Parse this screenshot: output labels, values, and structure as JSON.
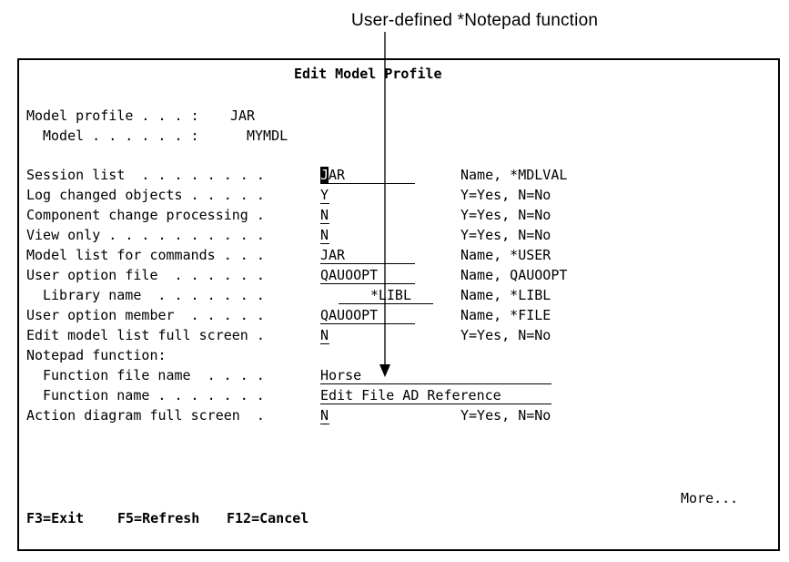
{
  "annotation": {
    "label": "User-defined *Notepad function"
  },
  "screen": {
    "title": "Edit Model Profile",
    "header": [
      {
        "label": "Model profile . . . :",
        "value": "JAR",
        "indent": false
      },
      {
        "label": "Model . . . . . . :",
        "value": "MYMDL",
        "indent": true
      }
    ],
    "rows": [
      {
        "label": "Session list  . . . . . . . .",
        "value": "JAR",
        "hint": "Name, *MDLVAL",
        "indent": false,
        "cursor": true
      },
      {
        "label": "Log changed objects . . . . .",
        "value": "Y",
        "hint": "Y=Yes, N=No",
        "indent": false
      },
      {
        "label": "Component change processing .",
        "value": "N",
        "hint": "Y=Yes, N=No",
        "indent": false
      },
      {
        "label": "View only . . . . . . . . . .",
        "value": "N",
        "hint": "Y=Yes, N=No",
        "indent": false
      },
      {
        "label": "Model list for commands . . .",
        "value": "JAR",
        "hint": "Name, *USER",
        "indent": false
      },
      {
        "label": "User option file  . . . . . .",
        "value": "QAUOOPT",
        "hint": "Name, QAUOOPT",
        "indent": false
      },
      {
        "label": "Library name  . . . . . . .",
        "value": "*LIBL",
        "hint": "Name, *LIBL",
        "indent": true
      },
      {
        "label": "User option member  . . . . .",
        "value": "QAUOOPT",
        "hint": "Name, *FILE",
        "indent": false
      },
      {
        "label": "Edit model list full screen .",
        "value": "N",
        "hint": "Y=Yes, N=No",
        "indent": false
      },
      {
        "label": "Notepad function:",
        "value": "",
        "hint": "",
        "indent": false
      },
      {
        "label": "Function file name  . . . .",
        "value": "Horse",
        "hint": "",
        "indent": true
      },
      {
        "label": "Function name . . . . . . .",
        "value": "Edit File AD Reference",
        "hint": "",
        "indent": true
      },
      {
        "label": "Action diagram full screen  .",
        "value": "N",
        "hint": "Y=Yes, N=No",
        "indent": false
      }
    ],
    "more": "More...",
    "function_keys": [
      "F3=Exit",
      "F5=Refresh",
      "F12=Cancel"
    ]
  }
}
